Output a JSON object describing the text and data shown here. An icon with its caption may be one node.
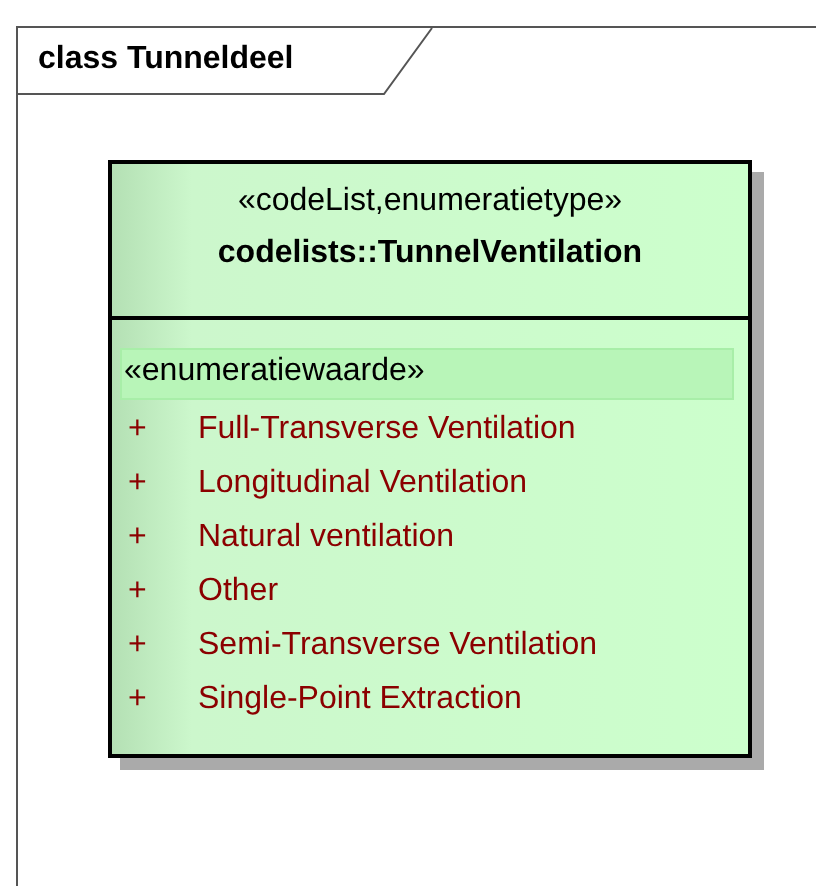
{
  "diagram": {
    "nodes": [
      {
        "text": [
          "class Tunneldeel"
        ]
      },
      {
        "text": [
          "«codeList,enumeratietype»",
          "codelists::TunnelVentilation",
          "«enumeratiewaarde»",
          "+",
          "Full-Transverse Ventilation",
          "+",
          "Longitudinal Ventilation",
          "+",
          "Natural ventilation",
          "+",
          "Other",
          "+",
          "Semi-Transverse Ventilation",
          "+",
          "Single-Point Extraction"
        ],
        "in": 0
      }
    ]
  }
}
